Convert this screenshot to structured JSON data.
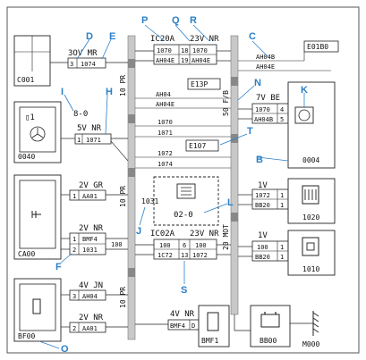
{
  "component_codes": {
    "c001": "C001",
    "c040": "0040",
    "ca00": "CA00",
    "bf00": "BF00",
    "c004": "0004",
    "c020": "1020",
    "c010": "1010",
    "bmf1": "BMF1",
    "bb00": "BB00",
    "m000": "M000",
    "ic02_04": "02-0"
  },
  "harness_codes": {
    "h1": "10 PR",
    "h2": "10 PR",
    "h3": "10 PR",
    "h4": "50 F/B",
    "h5": "20 MOT"
  },
  "callouts": {
    "D": "D",
    "E": "E",
    "P": "P",
    "Q": "Q",
    "R": "R",
    "C": "C",
    "I": "I",
    "H": "H",
    "N": "N",
    "K": "K",
    "T": "T",
    "B": "B",
    "L": "L",
    "J": "J",
    "F": "F",
    "S": "S",
    "O": "O"
  },
  "connectors": {
    "c001": "3OV MR",
    "c001_pin": "3",
    "c001_wire": "1074",
    "c040": "5V NR",
    "c040_pin": "1",
    "c040_wire": "1071",
    "c040_num": "8-0",
    "ca00_a": "2V GR",
    "ca00_a_pin": "1",
    "ca00_a_wire": "AA01",
    "ca00_b": "2V NR",
    "ca00_b_rows": [
      [
        "1",
        "BMF4"
      ],
      [
        "2",
        "1031"
      ]
    ],
    "ca00_b_extra": "100",
    "bf00_a": "4V JN",
    "bf00_a_pin": "3",
    "bf00_a_wire": "AH04",
    "bf00_b": "2V NR",
    "bf00_b_pin": "2",
    "bf00_b_wire": "AA01",
    "top_codes": [
      "IC20A",
      "23V NR"
    ],
    "top_rows": [
      [
        "1070",
        "18",
        "1070"
      ],
      [
        "AH04E",
        "19",
        "AH04E"
      ]
    ],
    "mid_codes": [
      "IC02A",
      "23V NR"
    ],
    "mid_rows": [
      [
        "100",
        "6",
        "100"
      ],
      [
        "1C72",
        "13",
        "1072"
      ]
    ],
    "c004": "7V BE",
    "c004_rows": [
      [
        "1070",
        "4"
      ],
      [
        "AH04B",
        "5"
      ]
    ],
    "c020": "1V",
    "c020_rows": [
      [
        "1072",
        "1"
      ],
      [
        "BB20",
        "1"
      ]
    ],
    "c010": "1V",
    "c010_rows": [
      [
        "100",
        "1"
      ],
      [
        "BB20",
        "1"
      ]
    ],
    "bmf1": "4V NR",
    "bmf1_rows": [
      [
        "BMF4",
        "D"
      ]
    ],
    "ic02_1031": "1031"
  },
  "wire_labels": {
    "e01b0": "E01B0",
    "e13p": "E13P",
    "e107": "E107",
    "ah04b": "AH04B",
    "ah04e": "AH04E",
    "ah04_top": "AH04",
    "ah04e_2": "AH04E",
    "w1070": "1070",
    "w1071": "1071",
    "w1072": "1072",
    "w1074": "1074"
  }
}
